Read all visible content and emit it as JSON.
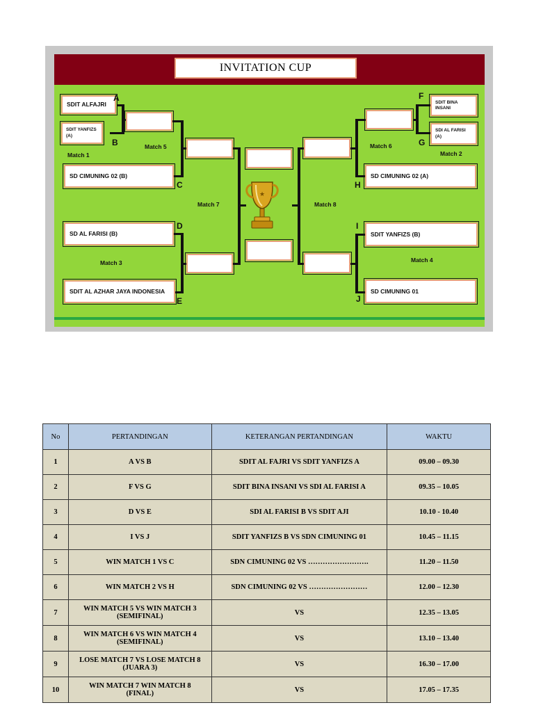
{
  "bracket": {
    "title": "INVITATION CUP",
    "teams": {
      "a": "SDIT ALFAJRI",
      "b": "SDIT YANFIZS (A)",
      "c": "SD CIMUNING 02 (B)",
      "d": "SD AL FARISI (B)",
      "e": "SDIT AL AZHAR JAYA INDONESIA",
      "f": "SDIT BINA INSANI",
      "g": "SDI AL FARISI (A)",
      "h": "SD CIMUNING 02 (A)",
      "i": "SDIT YANFIZS (B)",
      "j": "SD CIMUNING 01"
    },
    "letters": {
      "a": "A",
      "b": "B",
      "c": "C",
      "d": "D",
      "e": "E",
      "f": "F",
      "g": "G",
      "h": "H",
      "i": "I",
      "j": "J"
    },
    "matches": {
      "m1": "Match 1",
      "m2": "Match 2",
      "m3": "Match 3",
      "m4": "Match 4",
      "m5": "Match 5",
      "m6": "Match 6",
      "m7": "Match 7",
      "m8": "Match 8"
    },
    "colors": {
      "band": "#820014",
      "field": "#92d63a",
      "box_border": "#e8a07a",
      "bottom_line": "#29a843"
    }
  },
  "schedule": {
    "headers": {
      "no": "No",
      "match": "PERTANDINGAN",
      "desc": "KETERANGAN PERTANDINGAN",
      "time": "WAKTU"
    },
    "rows": [
      {
        "no": "1",
        "match": "A VS B",
        "desc": "SDIT AL FAJRI VS SDIT YANFIZS A",
        "time": "09.00 – 09.30"
      },
      {
        "no": "2",
        "match": "F VS G",
        "desc": "SDIT BINA INSANI VS SDI AL FARISI A",
        "time": "09.35 – 10.05"
      },
      {
        "no": "3",
        "match": "D VS E",
        "desc": "SDI AL FARISI B VS SDIT AJI",
        "time": "10.10 - 10.40"
      },
      {
        "no": "4",
        "match": "I VS J",
        "desc": "SDIT YANFIZS B VS SDN CIMUNING 01",
        "time": "10.45 – 11.15"
      },
      {
        "no": "5",
        "match": "WIN MATCH 1 VS C",
        "desc": "SDN CIMUNING 02 VS …………………….",
        "time": "11.20 – 11.50"
      },
      {
        "no": "6",
        "match": "WIN MATCH 2 VS H",
        "desc": "SDN CIMUNING 02 VS ……………………",
        "time": "12.00 – 12.30"
      },
      {
        "no": "7",
        "match": "WIN MATCH 5 VS WIN MATCH 3\n(SEMIFINAL)",
        "desc": "VS",
        "time": "12.35 – 13.05"
      },
      {
        "no": "8",
        "match": "WIN MATCH 6 VS WIN MATCH 4\n(SEMIFINAL)",
        "desc": "VS",
        "time": "13.10 – 13.40"
      },
      {
        "no": "9",
        "match": "LOSE MATCH 7 VS LOSE MATCH 8\n(JUARA 3)",
        "desc": "VS",
        "time": "16.30 – 17.00"
      },
      {
        "no": "10",
        "match": "WIN MATCH 7 WIN MATCH 8\n(FINAL)",
        "desc": "VS",
        "time": "17.05 – 17.35"
      }
    ]
  }
}
